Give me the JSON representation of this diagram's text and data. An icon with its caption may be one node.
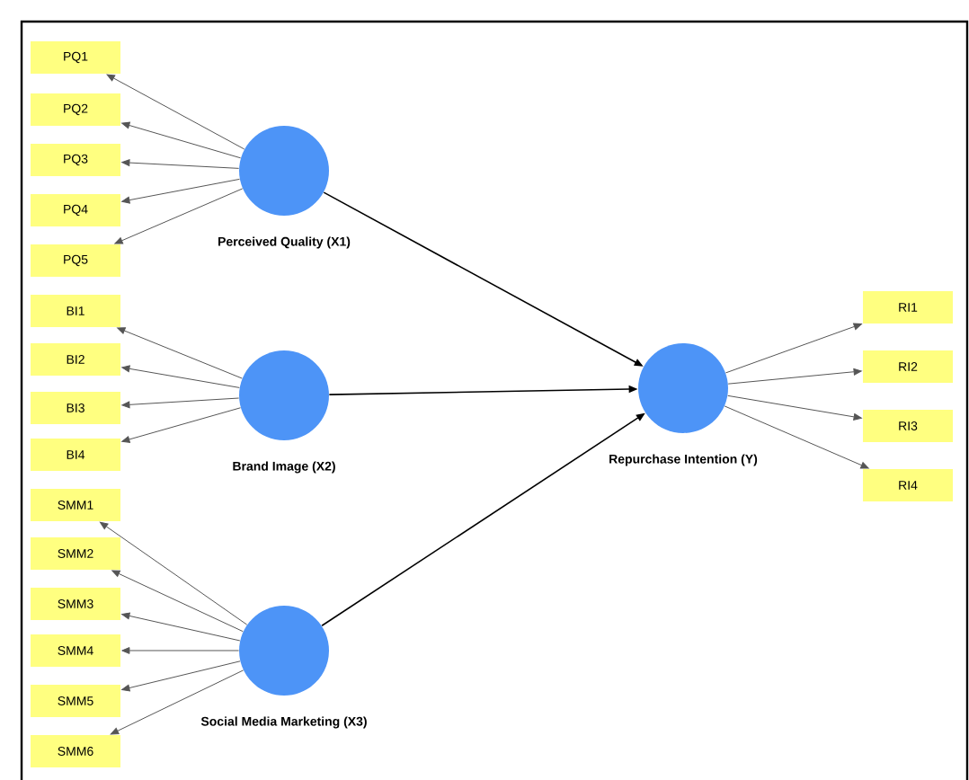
{
  "diagram": {
    "nodes": [
      {
        "text": [
          "Perceived Quality (X1)"
        ]
      },
      {
        "text": [
          "PQ1"
        ]
      },
      {
        "text": [
          "PQ2"
        ]
      },
      {
        "text": [
          "PQ3"
        ]
      },
      {
        "text": [
          "PQ4"
        ]
      },
      {
        "text": [
          "PQ5"
        ]
      },
      {
        "text": [
          "Brand Image (X2)"
        ]
      },
      {
        "text": [
          "BI1"
        ]
      },
      {
        "text": [
          "BI2"
        ]
      },
      {
        "text": [
          "BI3"
        ]
      },
      {
        "text": [
          "BI4"
        ]
      },
      {
        "text": [
          "Social Media Marketing (X3)"
        ]
      },
      {
        "text": [
          "SMM1"
        ]
      },
      {
        "text": [
          "SMM2"
        ]
      },
      {
        "text": [
          "SMM3"
        ]
      },
      {
        "text": [
          "SMM4"
        ]
      },
      {
        "text": [
          "SMM5"
        ]
      },
      {
        "text": [
          "SMM6"
        ]
      },
      {
        "text": [
          "Repurchase Intention (Y)"
        ]
      },
      {
        "text": [
          "RI1"
        ]
      },
      {
        "text": [
          "RI2"
        ]
      },
      {
        "text": [
          "RI3"
        ]
      },
      {
        "text": [
          "RI4"
        ]
      }
    ],
    "edges": [
      {
        "from": 0,
        "to": 1,
        "arrow": "to"
      },
      {
        "from": 0,
        "to": 2,
        "arrow": "to"
      },
      {
        "from": 0,
        "to": 3,
        "arrow": "to"
      },
      {
        "from": 0,
        "to": 4,
        "arrow": "to"
      },
      {
        "from": 0,
        "to": 5,
        "arrow": "to"
      },
      {
        "from": 6,
        "to": 7,
        "arrow": "to"
      },
      {
        "from": 6,
        "to": 8,
        "arrow": "to"
      },
      {
        "from": 6,
        "to": 9,
        "arrow": "to"
      },
      {
        "from": 6,
        "to": 10,
        "arrow": "to"
      },
      {
        "from": 11,
        "to": 12,
        "arrow": "to"
      },
      {
        "from": 11,
        "to": 13,
        "arrow": "to"
      },
      {
        "from": 11,
        "to": 14,
        "arrow": "to"
      },
      {
        "from": 11,
        "to": 15,
        "arrow": "to"
      },
      {
        "from": 11,
        "to": 16,
        "arrow": "to"
      },
      {
        "from": 11,
        "to": 17,
        "arrow": "to"
      },
      {
        "from": 0,
        "to": 18,
        "arrow": "to",
        "color": "#000000"
      },
      {
        "from": 6,
        "to": 18,
        "arrow": "to",
        "color": "#000000"
      },
      {
        "from": 11,
        "to": 18,
        "arrow": "to",
        "color": "#000000"
      },
      {
        "from": 18,
        "to": 19,
        "arrow": "to"
      },
      {
        "from": 18,
        "to": 20,
        "arrow": "to"
      },
      {
        "from": 18,
        "to": 21,
        "arrow": "to"
      },
      {
        "from": 18,
        "to": 22,
        "arrow": "to"
      }
    ]
  }
}
